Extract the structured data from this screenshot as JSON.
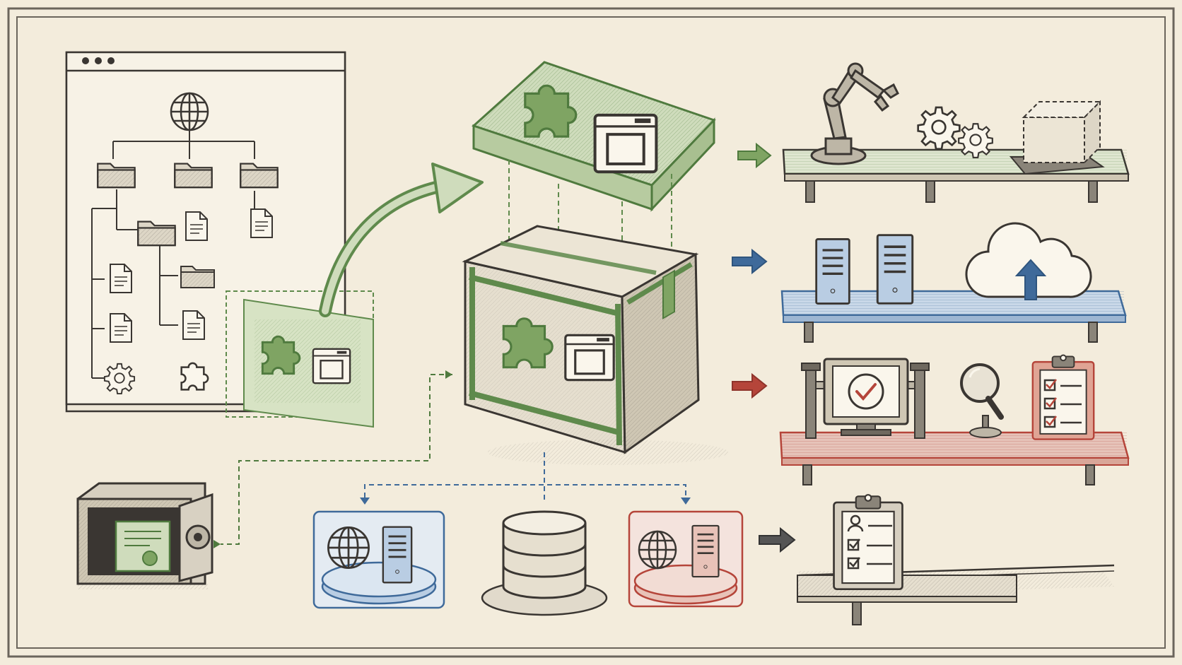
{
  "colors": {
    "paper": "#f3ecdc",
    "ink": "#3a3632",
    "green": "#5f8a4c",
    "green_fill": "#cfdcbc",
    "blue": "#3f6a9a",
    "blue_fill": "#b9cde3",
    "red": "#b5453a",
    "red_fill": "#e8c2b8",
    "gray": "#555555",
    "box_fill": "#e6dfcf"
  },
  "icons": {
    "source_window": "browser-window-icon",
    "root": "globe-icon",
    "folders": "folder-icon",
    "files": "document-icon",
    "settings": "gear-icon",
    "plugin": "puzzle-icon",
    "package": "crate-icon",
    "vault": "safe-icon",
    "database": "database-icon",
    "cloud": "cloud-upload-icon",
    "check": "checkmark-icon",
    "inspect": "magnifier-icon",
    "checklist": "clipboard-icon",
    "automation": "robot-arm-icon"
  },
  "lanes": [
    {
      "id": "build",
      "color": "#5f8a4c"
    },
    {
      "id": "deploy",
      "color": "#3f6a9a"
    },
    {
      "id": "test",
      "color": "#b5453a"
    },
    {
      "id": "review",
      "color": "#555555"
    }
  ]
}
